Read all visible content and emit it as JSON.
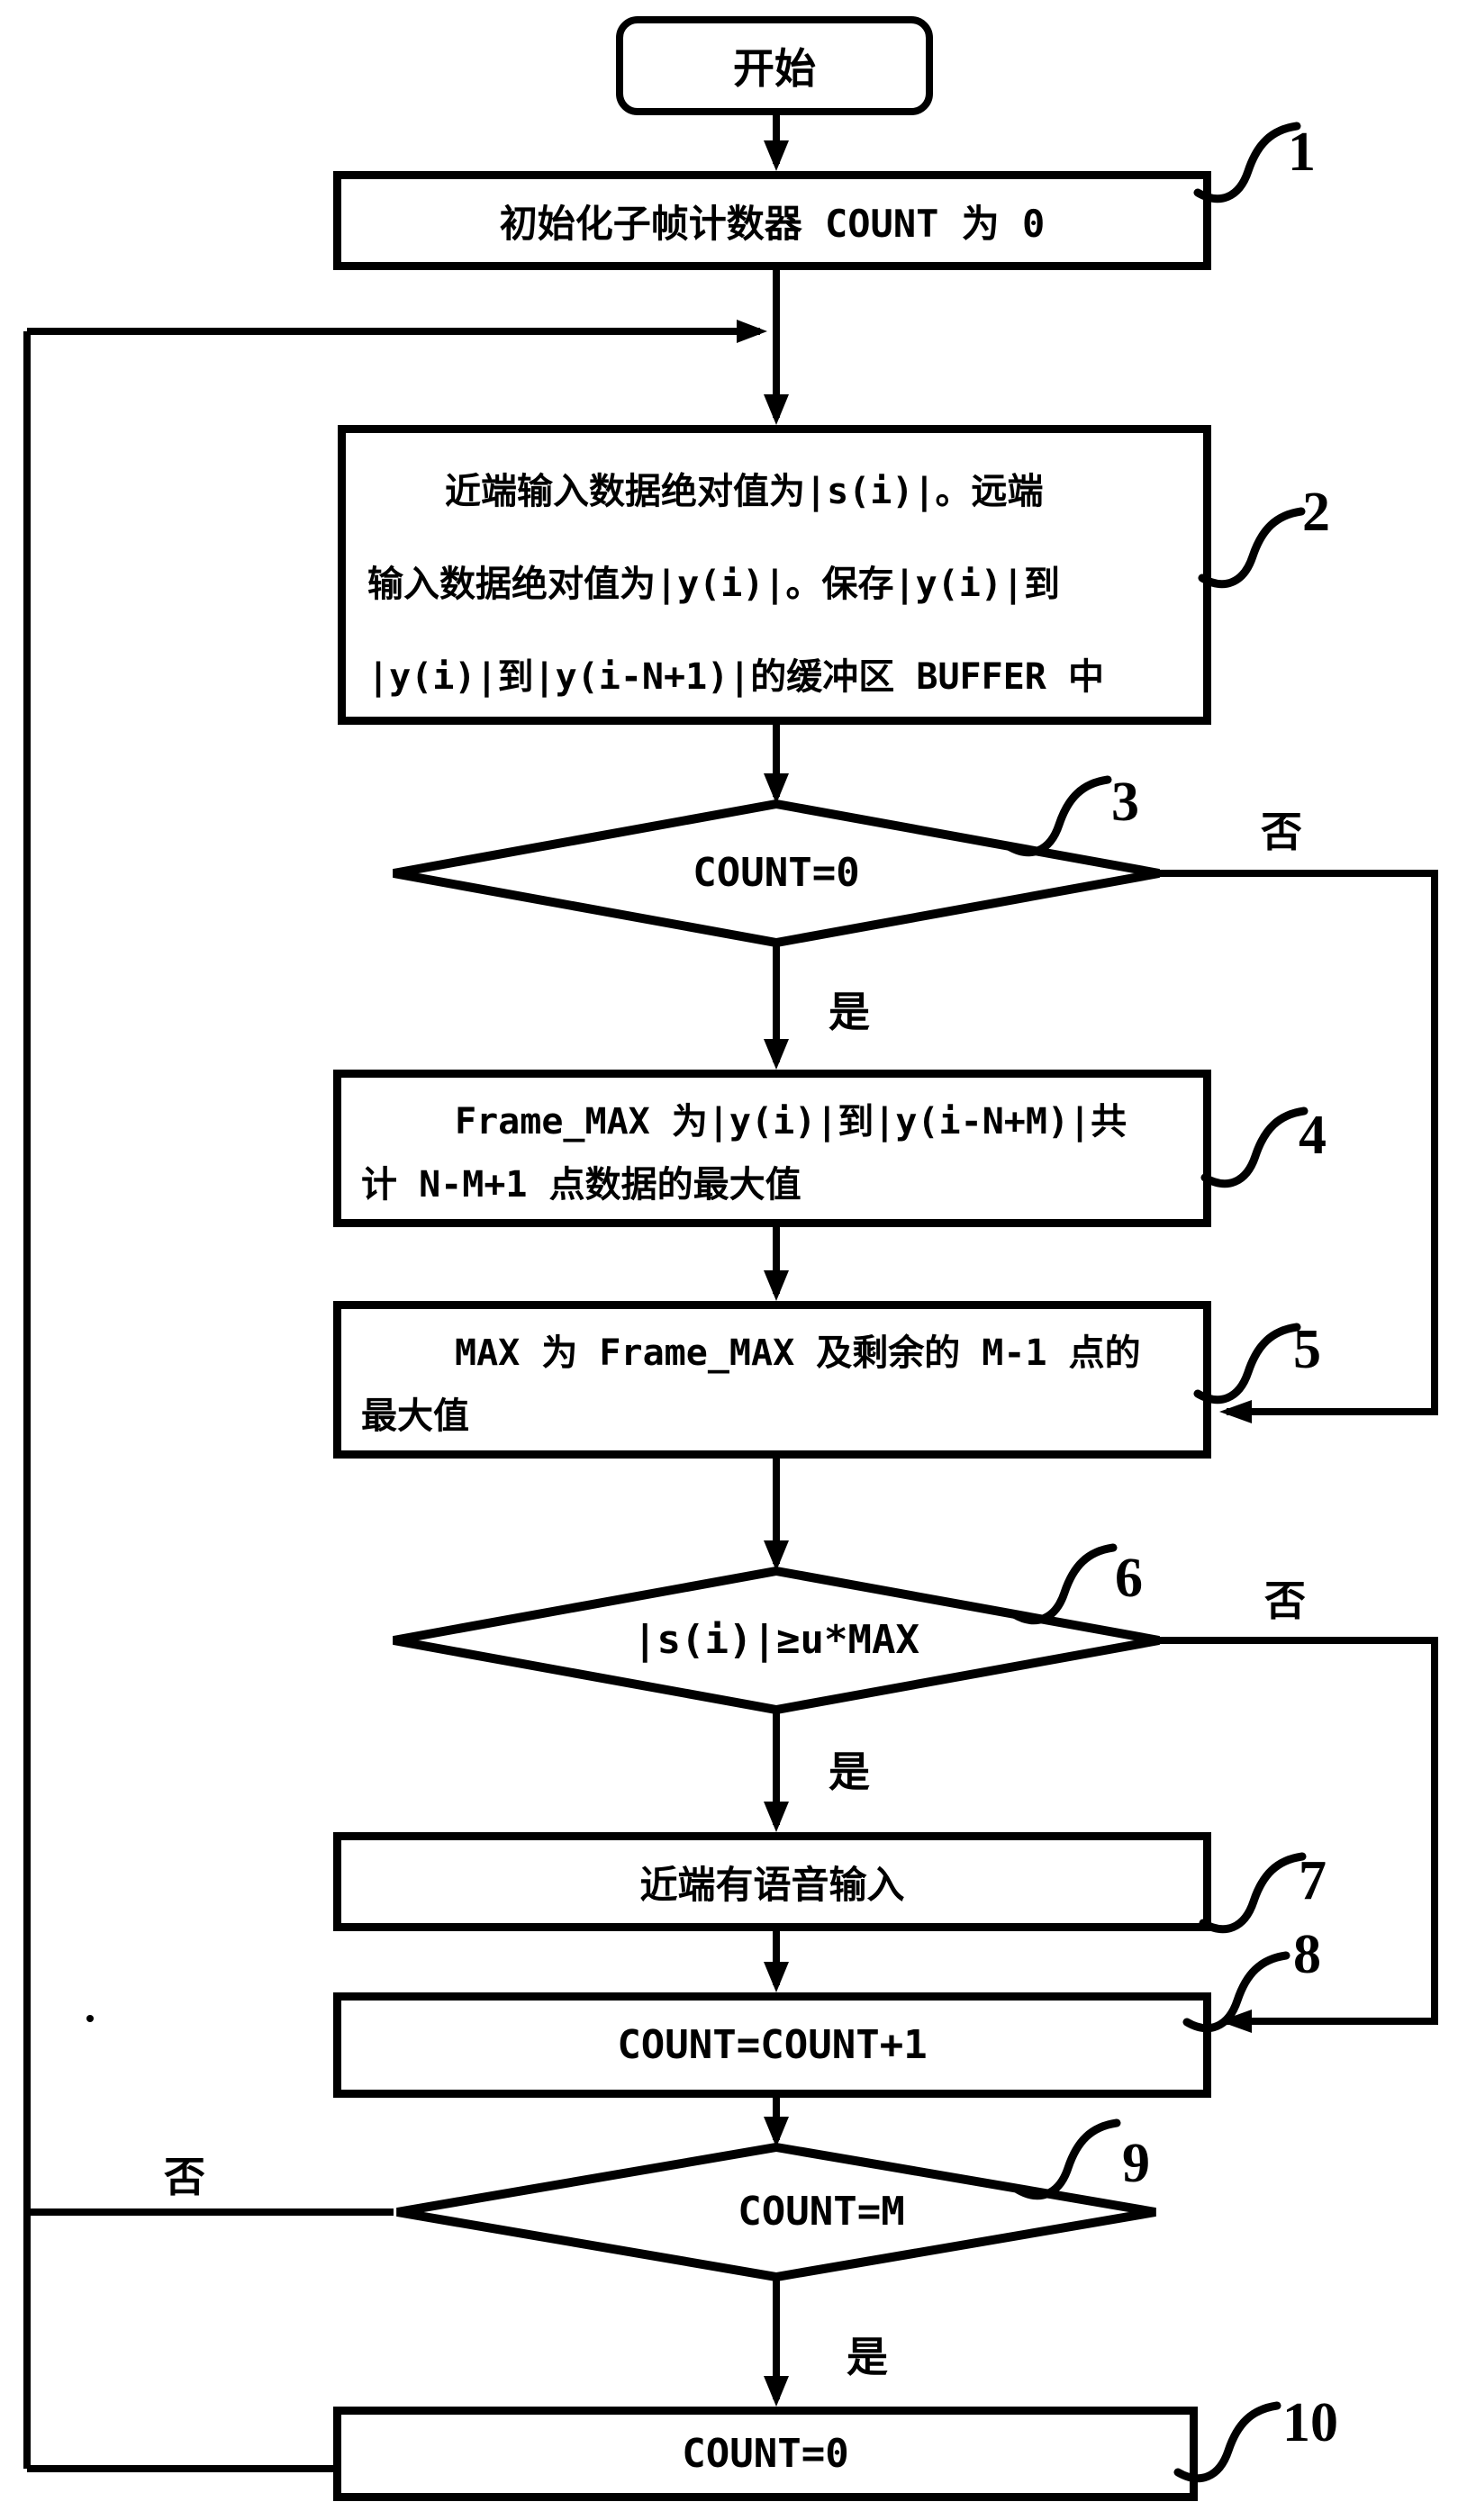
{
  "figure": {
    "background_color": "#ffffff",
    "ink_color": "#000000",
    "start": "开始",
    "yes": "是",
    "no": "否",
    "steps": {
      "s1": {
        "ref": "1",
        "text": "初始化子帧计数器 COUNT 为 0"
      },
      "s2": {
        "ref": "2",
        "line1": "近端输入数据绝对值为|s(i)|。远端",
        "line2": "输入数据绝对值为|y(i)|。保存|y(i)|到",
        "line3": "|y(i)|到|y(i-N+1)|的缓冲区 BUFFER 中"
      },
      "s3": {
        "ref": "3",
        "text": "COUNT=0"
      },
      "s4": {
        "ref": "4",
        "line1": "Frame_MAX 为|y(i)|到|y(i-N+M)|共",
        "line2": "计 N-M+1 点数据的最大值"
      },
      "s5": {
        "ref": "5",
        "line1": "MAX 为 Frame_MAX 及剩余的 M-1 点的",
        "line2": "最大值"
      },
      "s6": {
        "ref": "6",
        "text": "|s(i)|≥u*MAX"
      },
      "s7": {
        "ref": "7",
        "text": "近端有语音输入"
      },
      "s8": {
        "ref": "8",
        "text": "COUNT=COUNT+1"
      },
      "s9": {
        "ref": "9",
        "text": "COUNT=M"
      },
      "s10": {
        "ref": "10",
        "text": "COUNT=0"
      }
    }
  }
}
